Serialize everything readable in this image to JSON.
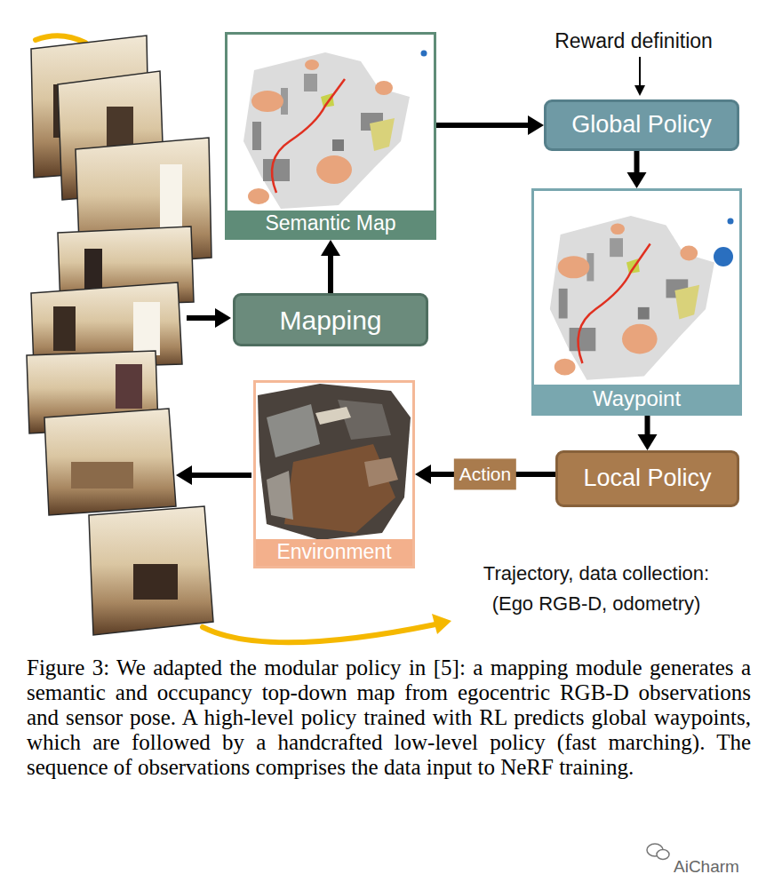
{
  "diagram": {
    "caption": "Figure 3: We adapted the modular policy in [5]: a mapping module generates a semantic and occupancy top-down map from egocentric RGB-D observations and sensor pose. A high-level policy trained with RL predicts global waypoints, which are followed by a handcrafted low-level policy (fast marching). The sequence of observations comprises the data input to NeRF training.",
    "nodes": [
      {
        "text": [
          "Semantic Map"
        ]
      },
      {
        "text": [
          "Global Policy"
        ]
      },
      {
        "text": [
          "Waypoint"
        ]
      },
      {
        "text": [
          "Mapping"
        ]
      },
      {
        "text": [
          "Local Policy"
        ]
      },
      {
        "text": [
          "Environment"
        ]
      }
    ],
    "edges": [
      {
        "from": 3,
        "to": 0,
        "arrow": "to"
      },
      {
        "from": 0,
        "to": 1,
        "arrow": "to"
      },
      {
        "from": 1,
        "to": 2,
        "arrow": "to"
      },
      {
        "from": 2,
        "to": 4,
        "arrow": "to"
      },
      {
        "from": 4,
        "to": 5,
        "label": "Action",
        "arrow": "to"
      }
    ],
    "labels": [
      "Reward definition",
      "Trajectory, data collection:",
      "(Ego RGB-D, odometry)",
      "AiCharm"
    ]
  }
}
